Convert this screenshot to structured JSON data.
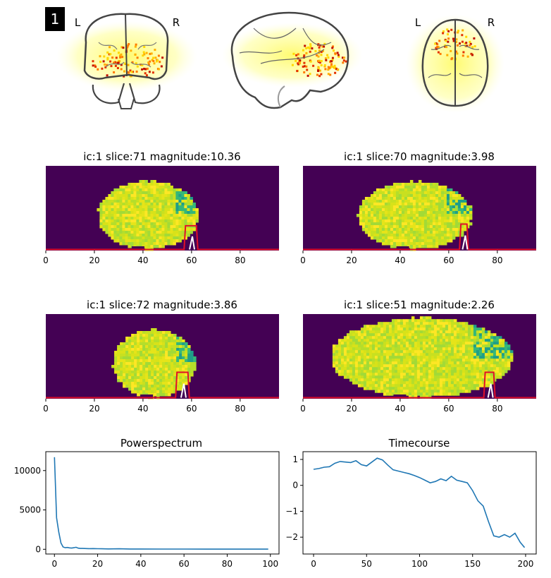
{
  "figure": {
    "component_badge": "1",
    "glass_brain": {
      "left_label": "L",
      "right_label": "R"
    }
  },
  "chart_data": [
    {
      "type": "heatmap",
      "title": "ic:1 slice:71 magnitude:10.36",
      "xlim": [
        0,
        96
      ],
      "xticks": [
        0,
        20,
        40,
        60,
        80
      ],
      "brain_extent": [
        21,
        62
      ],
      "peak": {
        "left": 57.5,
        "right": 62,
        "height": 0.28
      },
      "grid": false
    },
    {
      "type": "heatmap",
      "title": "ic:1 slice:70 magnitude:3.98",
      "xlim": [
        0,
        96
      ],
      "xticks": [
        0,
        20,
        40,
        60,
        80
      ],
      "brain_extent": [
        22,
        69
      ],
      "peak": {
        "left": 65,
        "right": 67.5,
        "height": 0.3
      },
      "grid": false
    },
    {
      "type": "heatmap",
      "title": "ic:1 slice:72 magnitude:3.86",
      "xlim": [
        0,
        96
      ],
      "xticks": [
        0,
        20,
        40,
        60,
        80
      ],
      "brain_extent": [
        27,
        61
      ],
      "peak": {
        "left": 54,
        "right": 58.5,
        "height": 0.3
      },
      "grid": false
    },
    {
      "type": "heatmap",
      "title": "ic:1 slice:51 magnitude:2.26",
      "xlim": [
        0,
        96
      ],
      "xticks": [
        0,
        20,
        40,
        60,
        80
      ],
      "brain_extent": [
        11,
        86
      ],
      "peak": {
        "left": 75,
        "right": 78.5,
        "height": 0.3
      },
      "grid": false
    },
    {
      "type": "line",
      "title": "Powerspectrum",
      "xlim": [
        -4,
        104
      ],
      "ylim": [
        -600,
        12400
      ],
      "xticks": [
        0,
        20,
        40,
        60,
        80,
        100
      ],
      "yticks": [
        0,
        5000,
        10000
      ],
      "x": [
        0,
        1,
        2,
        3,
        4,
        5,
        6,
        7,
        8,
        9,
        10,
        11,
        12,
        13,
        14,
        15,
        16,
        18,
        20,
        22,
        25,
        30,
        35,
        40,
        50,
        60,
        70,
        80,
        90,
        99
      ],
      "values": [
        11700,
        4000,
        2200,
        800,
        300,
        200,
        230,
        180,
        150,
        200,
        260,
        140,
        110,
        110,
        100,
        90,
        80,
        90,
        70,
        60,
        50,
        60,
        40,
        40,
        30,
        30,
        20,
        20,
        20,
        20
      ],
      "color": "#1f77b4",
      "grid": false
    },
    {
      "type": "line",
      "title": "Timecourse",
      "xlim": [
        -10,
        210
      ],
      "ylim": [
        -2.65,
        1.3
      ],
      "xticks": [
        0,
        50,
        100,
        150,
        200
      ],
      "yticks": [
        1,
        0,
        -1,
        -2
      ],
      "x": [
        0,
        5,
        10,
        15,
        20,
        25,
        30,
        35,
        40,
        45,
        50,
        55,
        60,
        65,
        70,
        75,
        80,
        85,
        90,
        95,
        100,
        105,
        110,
        115,
        120,
        125,
        130,
        135,
        140,
        145,
        150,
        155,
        160,
        165,
        170,
        175,
        180,
        185,
        190,
        195,
        199
      ],
      "values": [
        0.62,
        0.65,
        0.7,
        0.72,
        0.85,
        0.92,
        0.9,
        0.88,
        0.95,
        0.8,
        0.75,
        0.9,
        1.05,
        0.98,
        0.78,
        0.6,
        0.55,
        0.5,
        0.45,
        0.38,
        0.3,
        0.2,
        0.1,
        0.15,
        0.25,
        0.18,
        0.35,
        0.2,
        0.15,
        0.1,
        -0.2,
        -0.6,
        -0.8,
        -1.4,
        -1.95,
        -2.0,
        -1.9,
        -2.0,
        -1.85,
        -2.2,
        -2.4
      ],
      "color": "#1f77b4",
      "grid": false
    }
  ]
}
